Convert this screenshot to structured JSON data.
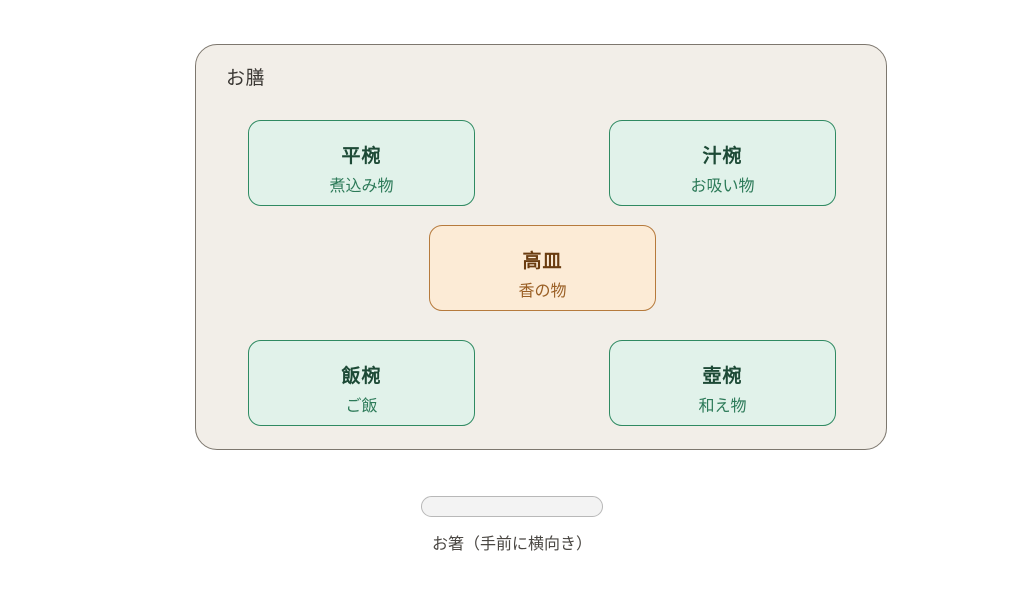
{
  "tray": {
    "label": "お膳"
  },
  "dishes": {
    "hirawan": {
      "name": "平椀",
      "food": "煮込み物"
    },
    "shiruwan": {
      "name": "汁椀",
      "food": "お吸い物"
    },
    "takazara": {
      "name": "高皿",
      "food": "香の物"
    },
    "meshiwan": {
      "name": "飯椀",
      "food": "ご飯"
    },
    "tsubowan": {
      "name": "壺椀",
      "food": "和え物"
    }
  },
  "chopsticks": {
    "label": "お箸（手前に横向き）"
  },
  "colors": {
    "tray_fill": "#f2eee8",
    "tray_stroke": "#7d776e",
    "dish_green_fill": "#e1f2ea",
    "dish_green_stroke": "#2f8a62",
    "dish_orange_fill": "#fcebd6",
    "dish_orange_stroke": "#b67a3c"
  }
}
